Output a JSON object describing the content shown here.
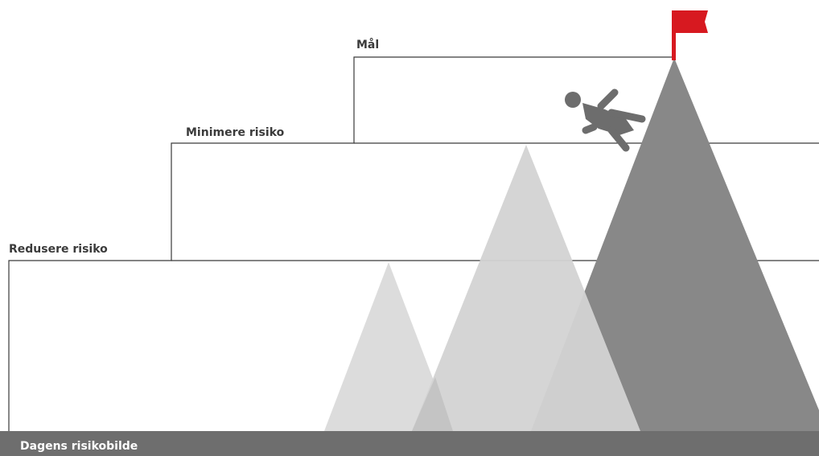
{
  "diagram": {
    "steps": {
      "goal": "Mål",
      "minimize": "Minimere risiko",
      "reduce": "Redusere risiko"
    },
    "ground_label": "Dagens risikobilde",
    "icons": {
      "flag": "flag-icon",
      "falling_person": "falling-person-icon"
    },
    "colors": {
      "ground": "#6e6e6e",
      "mountain_small": "#d9d9d9",
      "mountain_medium": "#d3d3d3",
      "mountain_large": "#888888",
      "flag": "#d71920",
      "person": "#6d6d6d",
      "outline": "#3a3a3a"
    }
  }
}
